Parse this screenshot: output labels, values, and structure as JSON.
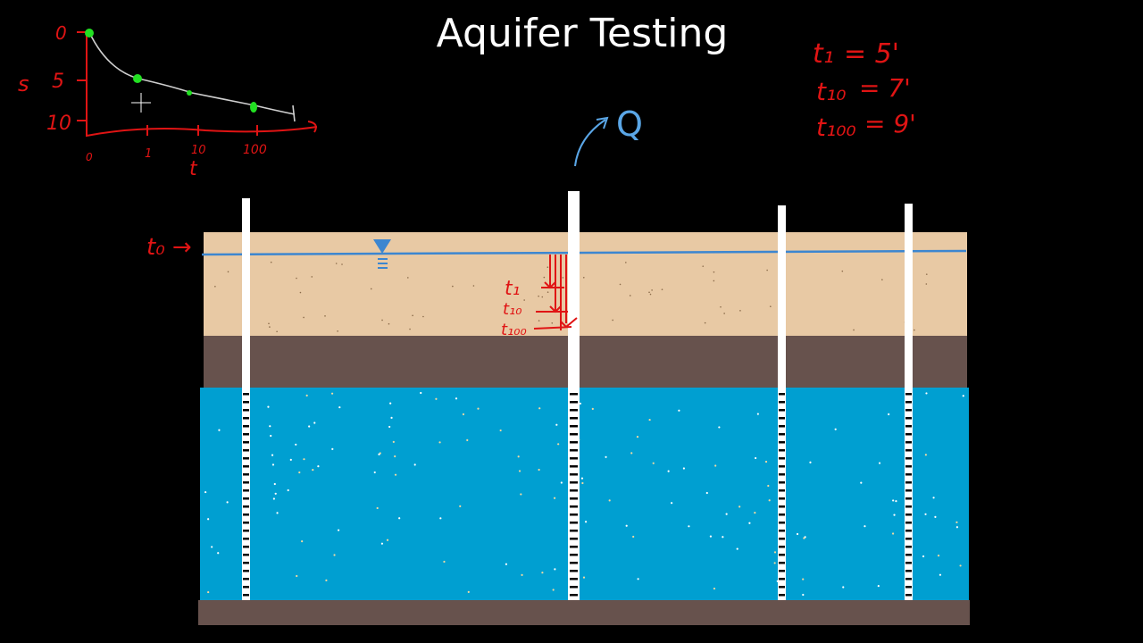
{
  "title": "Aquifer Testing",
  "pump": {
    "label": "Q"
  },
  "water_table": {
    "label": "t₀ →"
  },
  "drawdown_labels": [
    "t₁",
    "t₁₀",
    "t₁₀₀"
  ],
  "notes": [
    {
      "lhs": "t₁",
      "rhs": "= 5'"
    },
    {
      "lhs": "t₁₀",
      "rhs": "= 7'"
    },
    {
      "lhs": "t₁₀₀",
      "rhs": "= 9'"
    }
  ],
  "sketch": {
    "s_label": "s",
    "t_label": "t",
    "y_ticks": [
      "0",
      "5",
      "10"
    ],
    "x_ticks": [
      "0",
      "1",
      "10",
      "100"
    ]
  },
  "colors": {
    "background": "#000000",
    "sand": "#e8c9a4",
    "clay": "#67524d",
    "aquifer": "#009fd1",
    "water_line": "#3c86d0",
    "annotation": "#e01414",
    "pump_arrow": "#5aa6e6",
    "points": "#22e022"
  },
  "wells": [
    "well-1",
    "pumping-well",
    "well-3",
    "well-4"
  ]
}
